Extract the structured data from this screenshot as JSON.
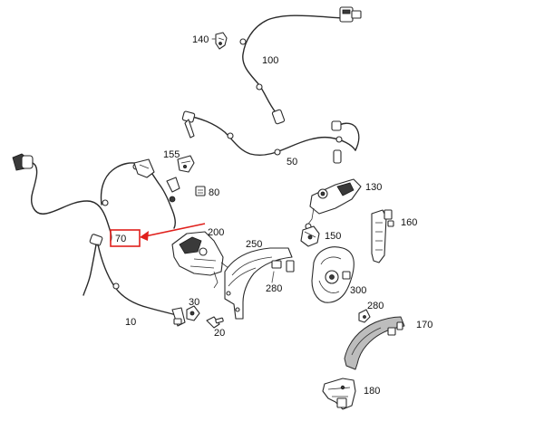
{
  "diagram": {
    "callouts": [
      {
        "key": "140",
        "text": "140"
      },
      {
        "key": "100",
        "text": "100"
      },
      {
        "key": "155",
        "text": "155"
      },
      {
        "key": "50",
        "text": "50"
      },
      {
        "key": "80",
        "text": "80"
      },
      {
        "key": "130",
        "text": "130"
      },
      {
        "key": "160",
        "text": "160"
      },
      {
        "key": "200",
        "text": "200"
      },
      {
        "key": "70",
        "text": "70"
      },
      {
        "key": "250",
        "text": "250"
      },
      {
        "key": "150",
        "text": "150"
      },
      {
        "key": "280a",
        "text": "280"
      },
      {
        "key": "300",
        "text": "300"
      },
      {
        "key": "30",
        "text": "30"
      },
      {
        "key": "10",
        "text": "10"
      },
      {
        "key": "20",
        "text": "20"
      },
      {
        "key": "280b",
        "text": "280"
      },
      {
        "key": "170",
        "text": "170"
      },
      {
        "key": "180",
        "text": "180"
      }
    ],
    "highlight_color": "#e0201c"
  }
}
